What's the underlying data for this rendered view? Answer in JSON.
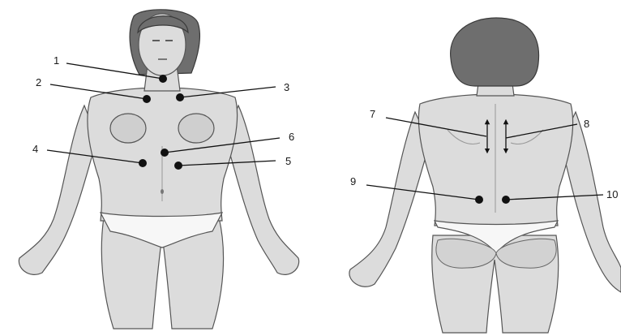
{
  "figure": {
    "front_labels": [
      "1",
      "2",
      "3",
      "4",
      "5",
      "6"
    ],
    "back_labels": [
      "7",
      "8",
      "9",
      "10"
    ]
  }
}
